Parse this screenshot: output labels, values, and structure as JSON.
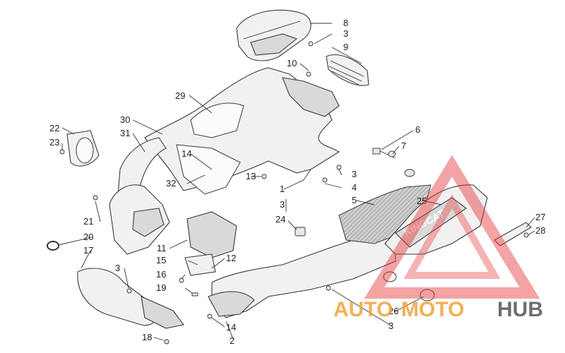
{
  "callouts": [
    "1",
    "2",
    "3",
    "4",
    "5",
    "6",
    "7",
    "8",
    "9",
    "10",
    "11",
    "12",
    "13",
    "14",
    "15",
    "16",
    "17",
    "18",
    "19",
    "20",
    "21",
    "22",
    "23",
    "24",
    "25",
    "26",
    "27",
    "28",
    "29",
    "30",
    "31",
    "32"
  ],
  "decal_text": "KINGCAT",
  "watermark": {
    "text_a": "AUTO",
    "text_b": "MOTO",
    "text_c": "HUB",
    "color_red": "#e63b3b",
    "color_orange": "#f0a33a",
    "color_gray": "#555555"
  }
}
